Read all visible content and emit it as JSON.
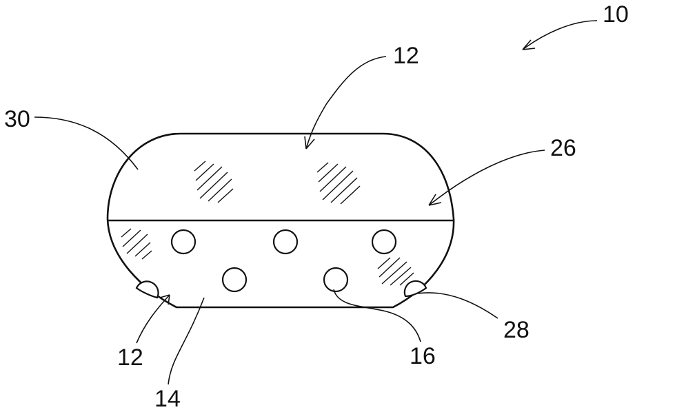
{
  "figure": {
    "reference_numerals": {
      "device": "10",
      "upper_region": "12",
      "lower_region": "12",
      "base": "14",
      "particle": "16",
      "interface": "26",
      "edge_particle": "28",
      "shell": "30"
    }
  }
}
